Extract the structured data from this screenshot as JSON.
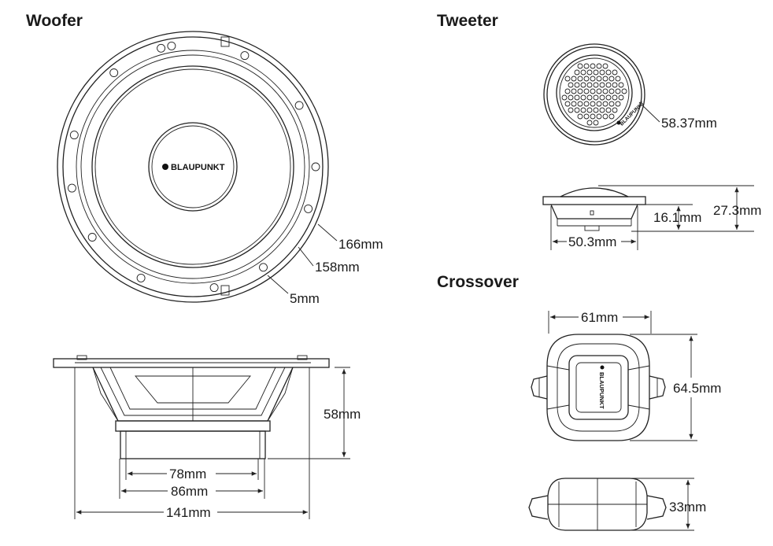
{
  "sections": {
    "woofer": "Woofer",
    "tweeter": "Tweeter",
    "crossover": "Crossover"
  },
  "brand": "BLAUPUNKT",
  "woofer_dims": {
    "outer_diameter": "166mm",
    "cone_diameter": "158mm",
    "hole": "5mm",
    "depth": "58mm",
    "magnet": "78mm",
    "basket": "86mm",
    "overall": "141mm"
  },
  "tweeter_dims": {
    "diameter": "58.37mm",
    "body_height": "16.1mm",
    "total_height": "27.3mm",
    "mount_width": "50.3mm"
  },
  "crossover_dims": {
    "width": "61mm",
    "length": "64.5mm",
    "height": "33mm"
  }
}
